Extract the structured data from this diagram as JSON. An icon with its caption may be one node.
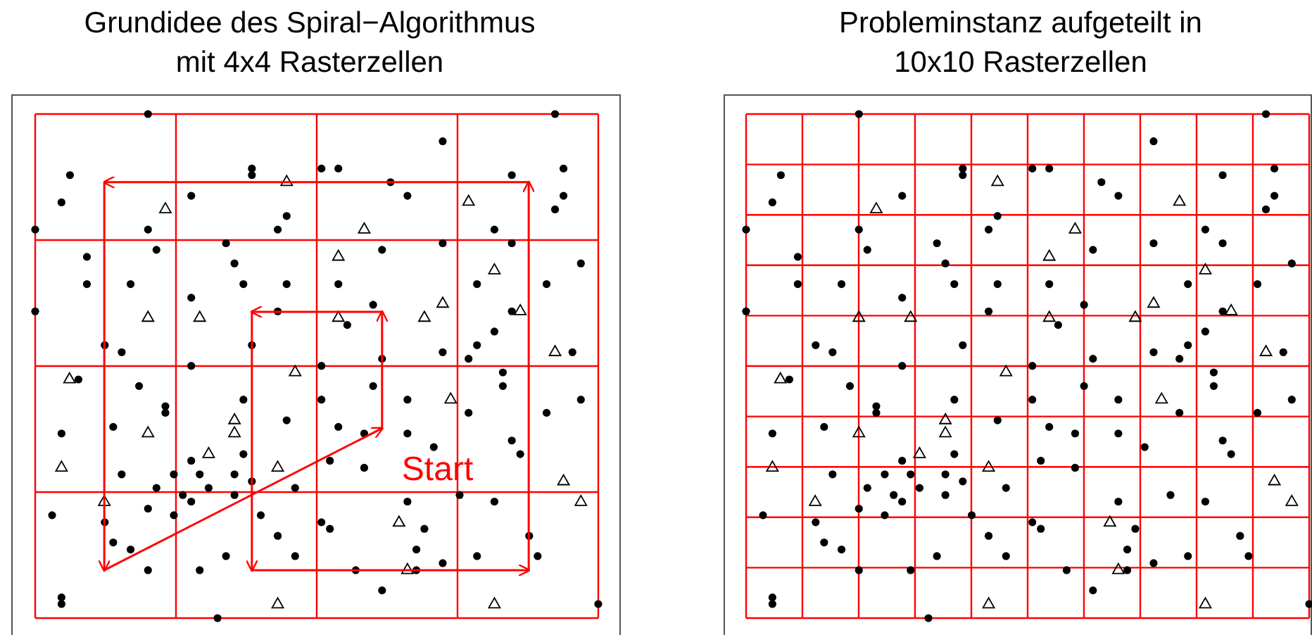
{
  "diagram": {
    "labels": [
      "Grundidee des Spiral−Algorithmus mit 4x4 Rasterzellen",
      "Probleminstanz aufgeteilt in 10x10 Rasterzellen",
      "Start"
    ]
  }
}
